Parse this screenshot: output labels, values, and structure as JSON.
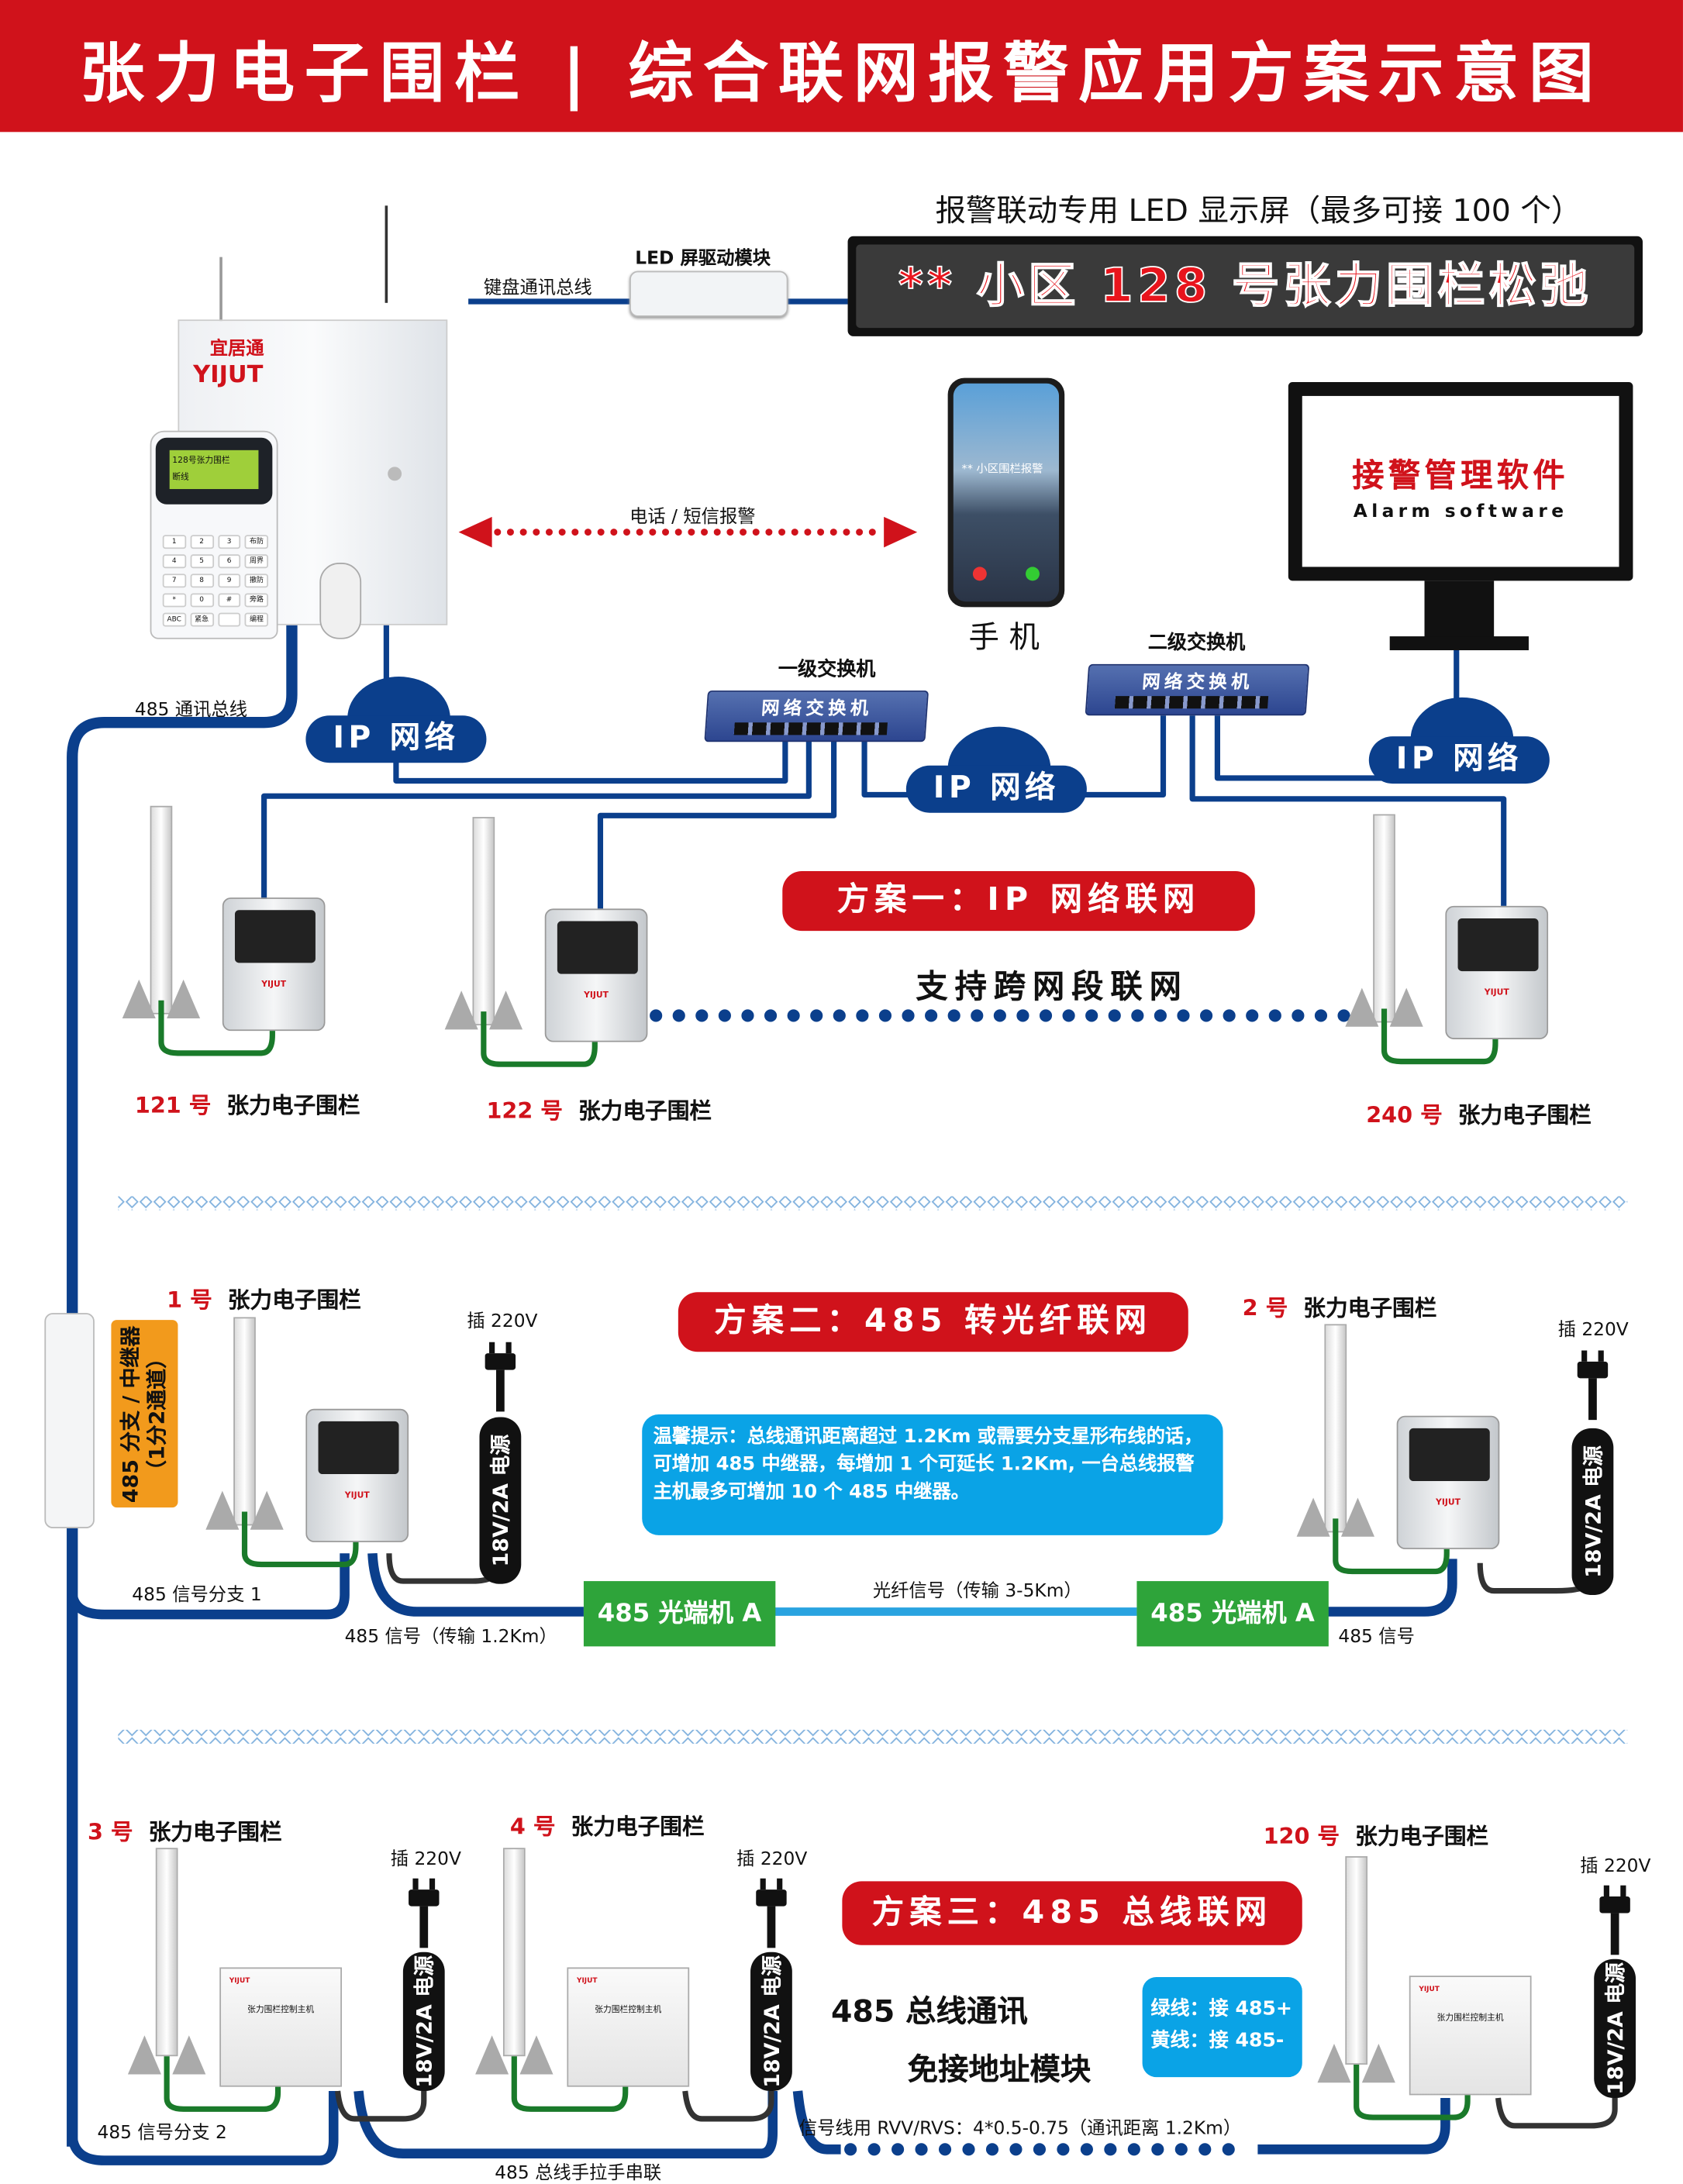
{
  "header": {
    "title": "张力电子围栏 | 综合联网报警应用方案示意图"
  },
  "led": {
    "caption": "报警联动专用 LED 显示屏（最多可接 100 个）",
    "message": "** 小区 128 号张力围栏松弛",
    "driver_label": "LED 屏驱动模块",
    "bus_label": "键盘通讯总线"
  },
  "alarm_host": {
    "brand_cn": "宜居通",
    "brand_en": "YIJUT",
    "lcd_line1": "128号张力围栏",
    "lcd_line2": "断线",
    "keys": [
      "1",
      "2",
      "3",
      "布防",
      "4",
      "5",
      "6",
      "周界",
      "7",
      "8",
      "9",
      "撤防",
      "*",
      "0",
      "#",
      "旁路",
      "ABC",
      "紧急",
      "",
      "编程"
    ]
  },
  "link_label": "电话 / 短信报警",
  "phone": {
    "notification": "** 小区围栏报警",
    "label": "手 机"
  },
  "monitor": {
    "title": "接警管理软件",
    "subtitle": "Alarm software"
  },
  "switches": [
    {
      "label": "一级交换机",
      "face": "网络交换机"
    },
    {
      "label": "二级交换机",
      "face": "网络交换机"
    }
  ],
  "clouds": [
    "IP 网络",
    "IP 网络",
    "IP 网络"
  ],
  "bus_label": "485 通讯总线",
  "fence_label": "张力电子围栏",
  "scheme1": {
    "title": "方案一：IP 网络联网",
    "subtitle": "支持跨网段联网",
    "fences": [
      {
        "num": "121 号"
      },
      {
        "num": "122 号"
      },
      {
        "num": "240 号"
      }
    ]
  },
  "scheme2": {
    "title": "方案二：485 转光纤联网",
    "repeater_label": "485 分支 / 中继器（1分2通道）",
    "tip": "温馨提示：总线通讯距离超过 1.2Km 或需要分支星形布线的话，可增加 485 中继器，每增加 1 个可延长 1.2Km, 一台总线报警主机最多可增加 10 个 485 中继器。",
    "fences": [
      {
        "num": "1 号"
      },
      {
        "num": "2 号"
      }
    ],
    "optic_units": [
      "485 光端机 A",
      "485 光端机 A"
    ],
    "fiber_label": "光纤信号（传输 3-5Km）",
    "signal_label": "485 信号（传输 1.2Km）",
    "signal_label_right": "485 信号",
    "branch_label": "485 信号分支 1"
  },
  "scheme3": {
    "title": "方案三：485 总线联网",
    "line1": "485 总线通讯",
    "line2": "免接地址模块",
    "wiring": [
      "绿线：接 485+",
      "黄线：接 485-"
    ],
    "fences": [
      {
        "num": "3 号"
      },
      {
        "num": "4 号"
      },
      {
        "num": "120 号"
      }
    ],
    "branch_label": "485 信号分支 2",
    "cable_label": "信号线用 RVV/RVS：4*0.5-0.75（通讯距离 1.2Km）",
    "chain_label": "485 总线手拉手串联",
    "controller_name": "张力围栏控制主机"
  },
  "power": {
    "plug_label": "插 220V",
    "supply_label": "18V/2A 电源"
  },
  "colors": {
    "brand_red": "#d0121b",
    "bus_navy": "#0b3f8c",
    "fiber_blue": "#29a3e0",
    "optic_green": "#2ea43a",
    "tip_blue": "#0aa3e6",
    "repeater_orange": "#f29a1c"
  }
}
